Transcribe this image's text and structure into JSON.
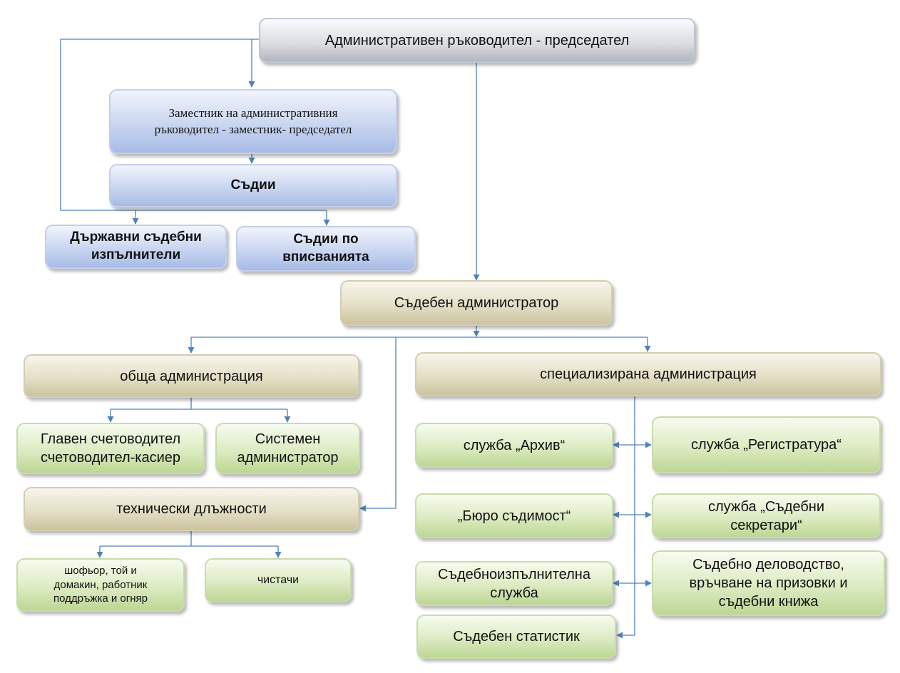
{
  "boxes": {
    "head": "Административен ръководител - председател",
    "deputy": "Заместник на административния\nръководител - заместник- председател",
    "judges": "Съдии",
    "bailiffs": "Държавни съдебни\nизпълнители",
    "registry_judges": "Съдии по\nвписванията",
    "court_admin": "Съдебен администратор",
    "general_admin": "обща администрация",
    "chief_accountant": "Главен счетоводител\nсчетоводител-касиер",
    "sysadmin": "Системен\nадминистратор",
    "technical": "технически длъжности",
    "driver": "шофьор, той  и\nдомакин, работник\nподдръжка и огняр",
    "cleaners": "чистачи",
    "specialized_admin": "специализирана администрация",
    "archive": "служба  „Архив“",
    "registry": "служба „Регистратура“",
    "criminal_record": "„Бюро съдимост“",
    "court_secretaries": "служба „Съдебни\nсекретари“",
    "enforcement": "Съдебноизпълнителна\nслужба",
    "records_office": "Съдебно деловодство,\nвръчване на призовки и\nсъдебни книжа",
    "statistician": "Съдебен статистик"
  }
}
